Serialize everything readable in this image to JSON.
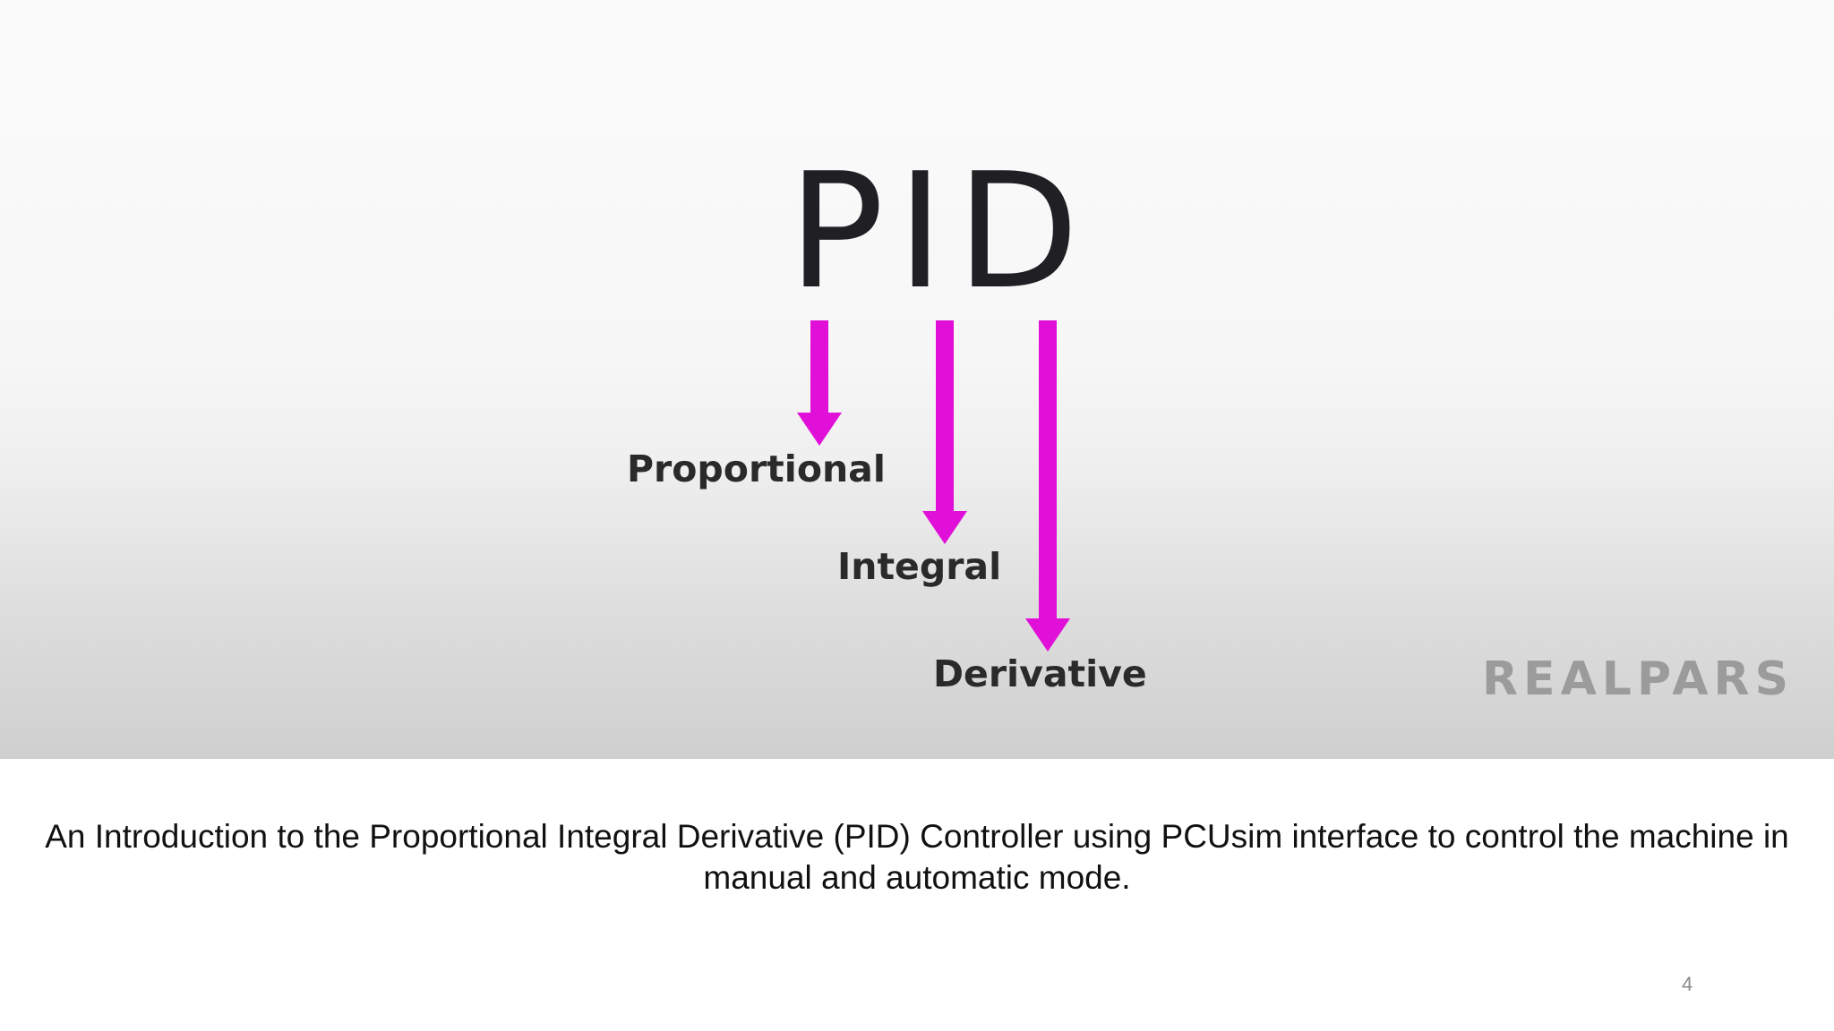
{
  "slide": {
    "hero": {
      "title": "PID",
      "terms": {
        "proportional": "Proportional",
        "integral": "Integral",
        "derivative": "Derivative"
      },
      "arrow_color": "#e010d8",
      "watermark": "REALPARS"
    },
    "caption": "An Introduction to the Proportional Integral Derivative (PID) Controller using PCUsim interface to control the machine in manual and automatic mode.",
    "page_number": "4"
  }
}
